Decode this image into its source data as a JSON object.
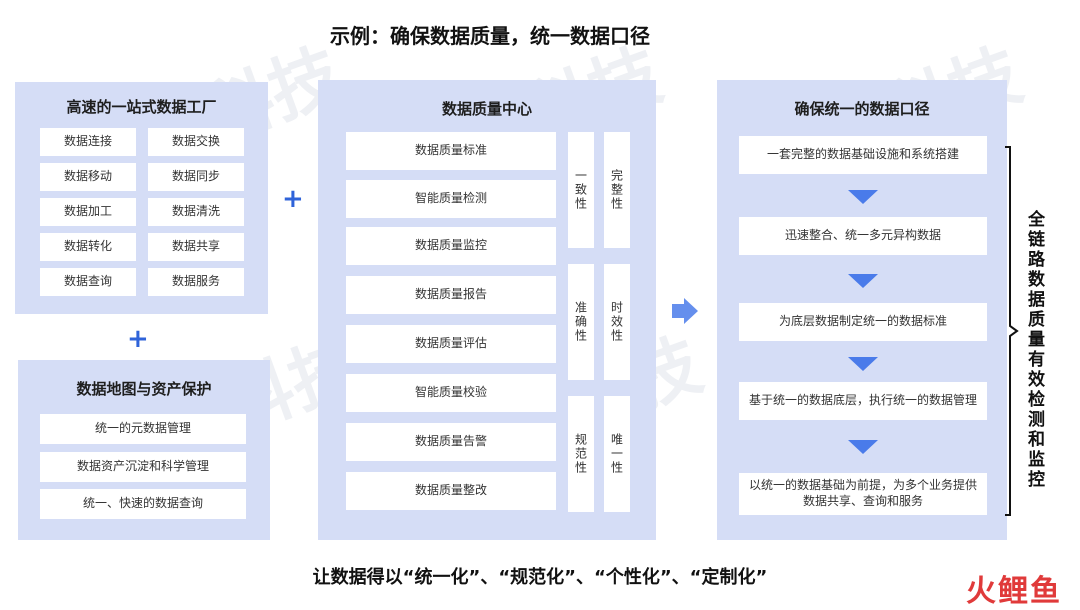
{
  "title": "示例：确保数据质量，统一数据口径",
  "panel1": {
    "title": "高速的一站式数据工厂",
    "cells": [
      "数据连接",
      "数据交换",
      "数据移动",
      "数据同步",
      "数据加工",
      "数据清洗",
      "数据转化",
      "数据共享",
      "数据查询",
      "数据服务"
    ]
  },
  "panel2": {
    "title": "数据地图与资产保护",
    "items": [
      "统一的元数据管理",
      "数据资产沉淀和科学管理",
      "统一、快速的数据查询"
    ]
  },
  "panel3": {
    "title": "数据质量中心",
    "items": [
      "数据质量标准",
      "智能质量检测",
      "数据质量监控",
      "数据质量报告",
      "数据质量评估",
      "智能质量校验",
      "数据质量告警",
      "数据质量整改"
    ],
    "tags": [
      "一致性",
      "完整性",
      "准确性",
      "时效性",
      "规范性",
      "唯一性"
    ]
  },
  "panel4": {
    "title": "确保统一的数据口径",
    "steps": [
      "一套完整的数据基础设施和系统搭建",
      "迅速整合、统一多元异构数据",
      "为底层数据制定统一的数据标准",
      "基于统一的数据底层，执行统一的数据管理",
      "以统一的数据基础为前提，为多个业务提供数据共享、查询和服务"
    ]
  },
  "side_label": "全链路数据质量有效检测和监控",
  "plus_symbol": "+",
  "footer": "让数据得以“统一化”、“规范化”、“个性化”、“定制化”",
  "logo": {
    "part1": "火",
    "part2": "鲤",
    "part3": "鱼"
  },
  "watermark": "科技",
  "colors": {
    "panel": "#d5ddf6",
    "accent": "#2f63d9",
    "arrow": "#4a7bea",
    "logo_red": "#e03a3a"
  }
}
